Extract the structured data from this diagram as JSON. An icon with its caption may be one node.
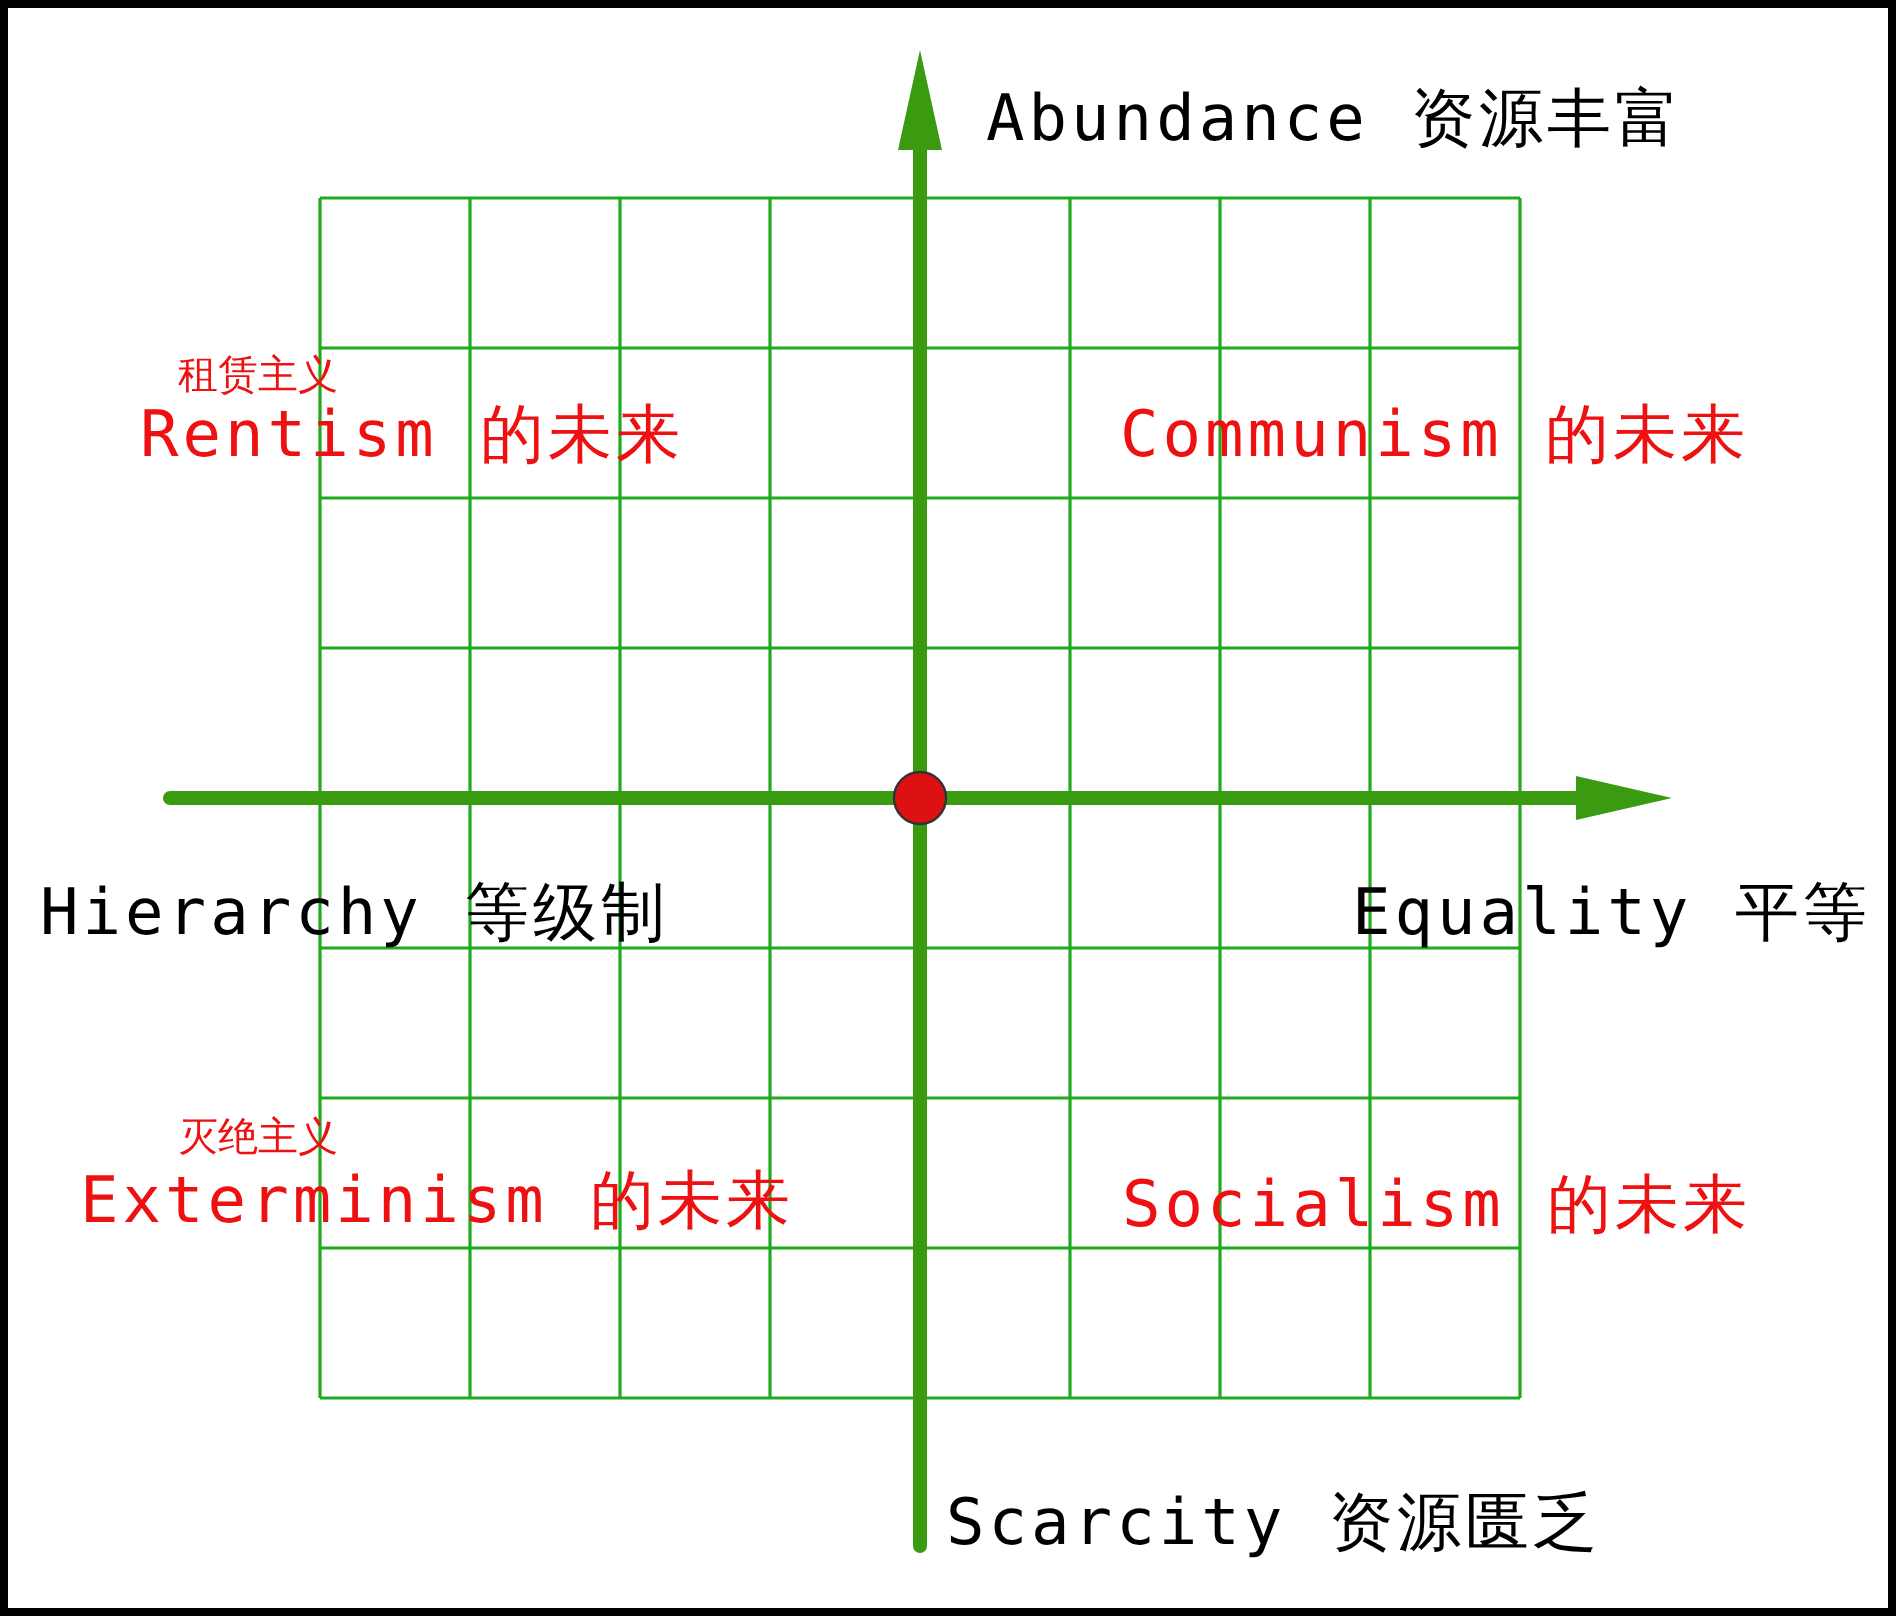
{
  "diagram": {
    "labels": [
      "Abundance 资源丰富",
      "租赁主义",
      "Rentism 的未来",
      "Communism 的未来",
      "Hierarchy 等级制",
      "Equality 平等",
      "灭绝主义",
      "Exterminism 的未来",
      "Socialism 的未来",
      "Scarcity 资源匮乏"
    ]
  }
}
